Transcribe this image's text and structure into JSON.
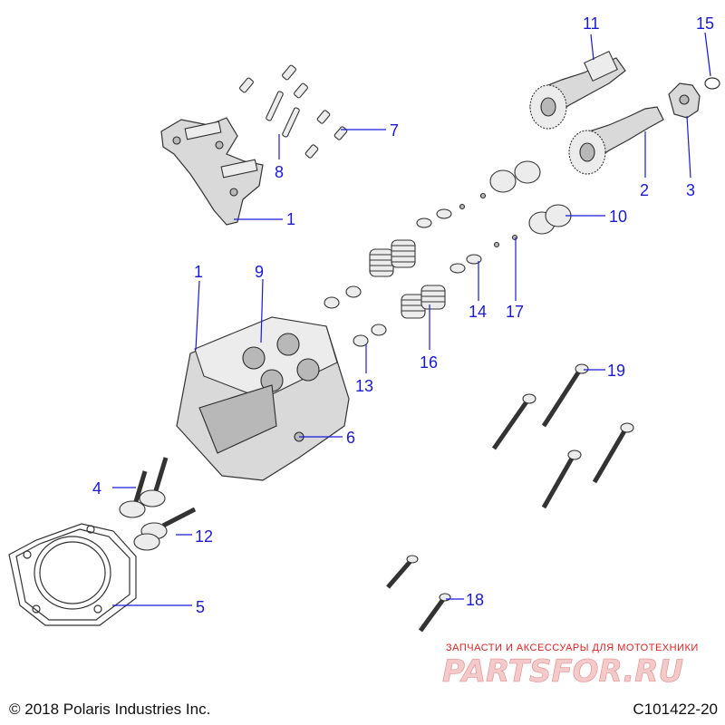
{
  "callouts": [
    {
      "id": "11",
      "label": "11"
    },
    {
      "id": "15",
      "label": "15"
    },
    {
      "id": "7",
      "label": "7"
    },
    {
      "id": "8",
      "label": "8"
    },
    {
      "id": "2",
      "label": "2"
    },
    {
      "id": "3",
      "label": "3"
    },
    {
      "id": "1a",
      "label": "1"
    },
    {
      "id": "10",
      "label": "10"
    },
    {
      "id": "1b",
      "label": "1"
    },
    {
      "id": "9",
      "label": "9"
    },
    {
      "id": "14",
      "label": "14"
    },
    {
      "id": "17",
      "label": "17"
    },
    {
      "id": "16",
      "label": "16"
    },
    {
      "id": "13",
      "label": "13"
    },
    {
      "id": "19",
      "label": "19"
    },
    {
      "id": "6",
      "label": "6"
    },
    {
      "id": "4",
      "label": "4"
    },
    {
      "id": "12",
      "label": "12"
    },
    {
      "id": "5",
      "label": "5"
    },
    {
      "id": "18",
      "label": "18"
    }
  ],
  "footer": {
    "copyright": "© 2018 Polaris Industries Inc.",
    "drawing_number": "C101422-20"
  },
  "watermark": {
    "tagline": "ЗАПЧАСТИ И АКСЕССУАРЫ ДЛЯ МОТОТЕХНИКИ",
    "logo_text": "PARTSFOR.RU"
  },
  "colors": {
    "callout": "#1a1ad6",
    "watermark": "#d22222"
  }
}
